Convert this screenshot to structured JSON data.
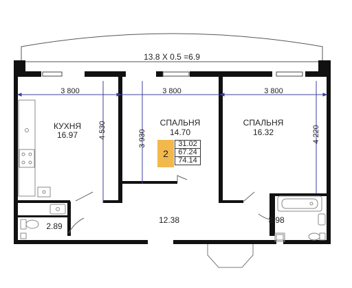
{
  "balcony_formula": "13.8 X 0.5 =6.9",
  "widths": [
    "3 800",
    "3 800",
    "3 800"
  ],
  "heights": [
    "4 530",
    "3 930",
    "4 220"
  ],
  "rooms": {
    "kitchen": {
      "name": "КУХНЯ",
      "area": "16.97"
    },
    "bedroom_center": {
      "name": "СПАЛЬНЯ",
      "area": "14.70"
    },
    "bedroom_right": {
      "name": "СПАЛЬНЯ",
      "area": "16.32"
    },
    "bathroom_left": {
      "area": "2.89"
    },
    "hall": {
      "area": "12.38"
    },
    "bathroom_right": {
      "area": "3.98"
    }
  },
  "apartment": {
    "rooms_count": "2",
    "areas": [
      "31.02",
      "67.24",
      "74.14"
    ],
    "badge_color": "#f2b84b"
  }
}
